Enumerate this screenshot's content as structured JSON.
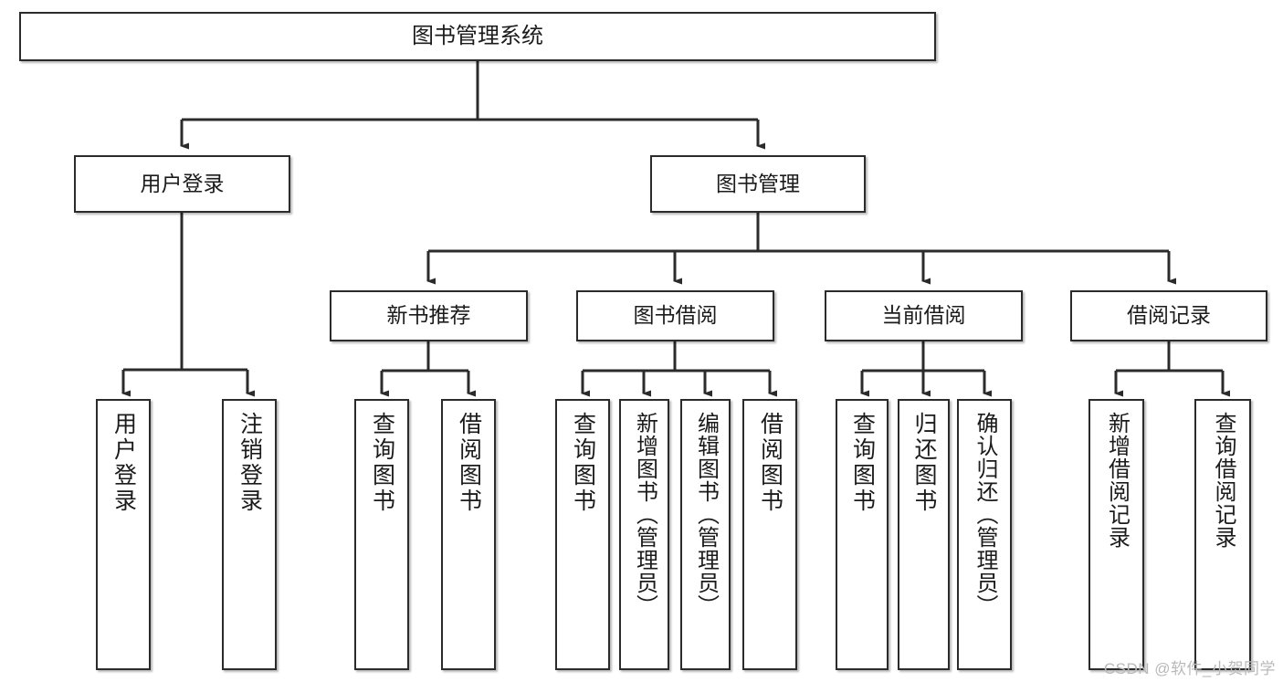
{
  "diagram": {
    "title": "图书管理系统",
    "type": "tree-hierarchy",
    "orientation": "top-down",
    "colors": {
      "box_border": "#2b2b2b",
      "box_fill": "#ffffff",
      "edge": "#2b2b2b",
      "text": "#1b1b1b",
      "watermark": "#b9b9b9"
    },
    "nodes": {
      "root": {
        "label": "图书管理系统"
      },
      "level2": [
        {
          "id": "user-login",
          "label": "用户登录"
        },
        {
          "id": "book-manage",
          "label": "图书管理"
        }
      ],
      "level3": [
        {
          "id": "new-book-recommend",
          "label": "新书推荐"
        },
        {
          "id": "book-borrow",
          "label": "图书借阅"
        },
        {
          "id": "current-borrow",
          "label": "当前借阅"
        },
        {
          "id": "borrow-record",
          "label": "借阅记录"
        }
      ],
      "leaves": {
        "user_login": [
          {
            "id": "leaf-user-login",
            "label": "用户登录"
          },
          {
            "id": "leaf-logout-login",
            "label": "注销登录"
          }
        ],
        "new_book_recommend": [
          {
            "id": "leaf-query-book-1",
            "label": "查询图书"
          },
          {
            "id": "leaf-borrow-book-1",
            "label": "借阅图书"
          }
        ],
        "book_borrow": [
          {
            "id": "leaf-query-book-2",
            "label": "查询图书"
          },
          {
            "id": "leaf-add-book",
            "label": "新增图书（管理员）"
          },
          {
            "id": "leaf-edit-book",
            "label": "编辑图书（管理员）"
          },
          {
            "id": "leaf-borrow-book-2",
            "label": "借阅图书"
          }
        ],
        "current_borrow": [
          {
            "id": "leaf-query-book-3",
            "label": "查询图书"
          },
          {
            "id": "leaf-return-book",
            "label": "归还图书"
          },
          {
            "id": "leaf-confirm-return",
            "label": "确认归还（管理员）"
          }
        ],
        "borrow_record": [
          {
            "id": "leaf-add-borrow-record",
            "label": "新增借阅记录"
          },
          {
            "id": "leaf-query-borrow-record",
            "label": "查询借阅记录"
          }
        ]
      }
    },
    "watermark": "CSDN @软件_小贺同学"
  }
}
